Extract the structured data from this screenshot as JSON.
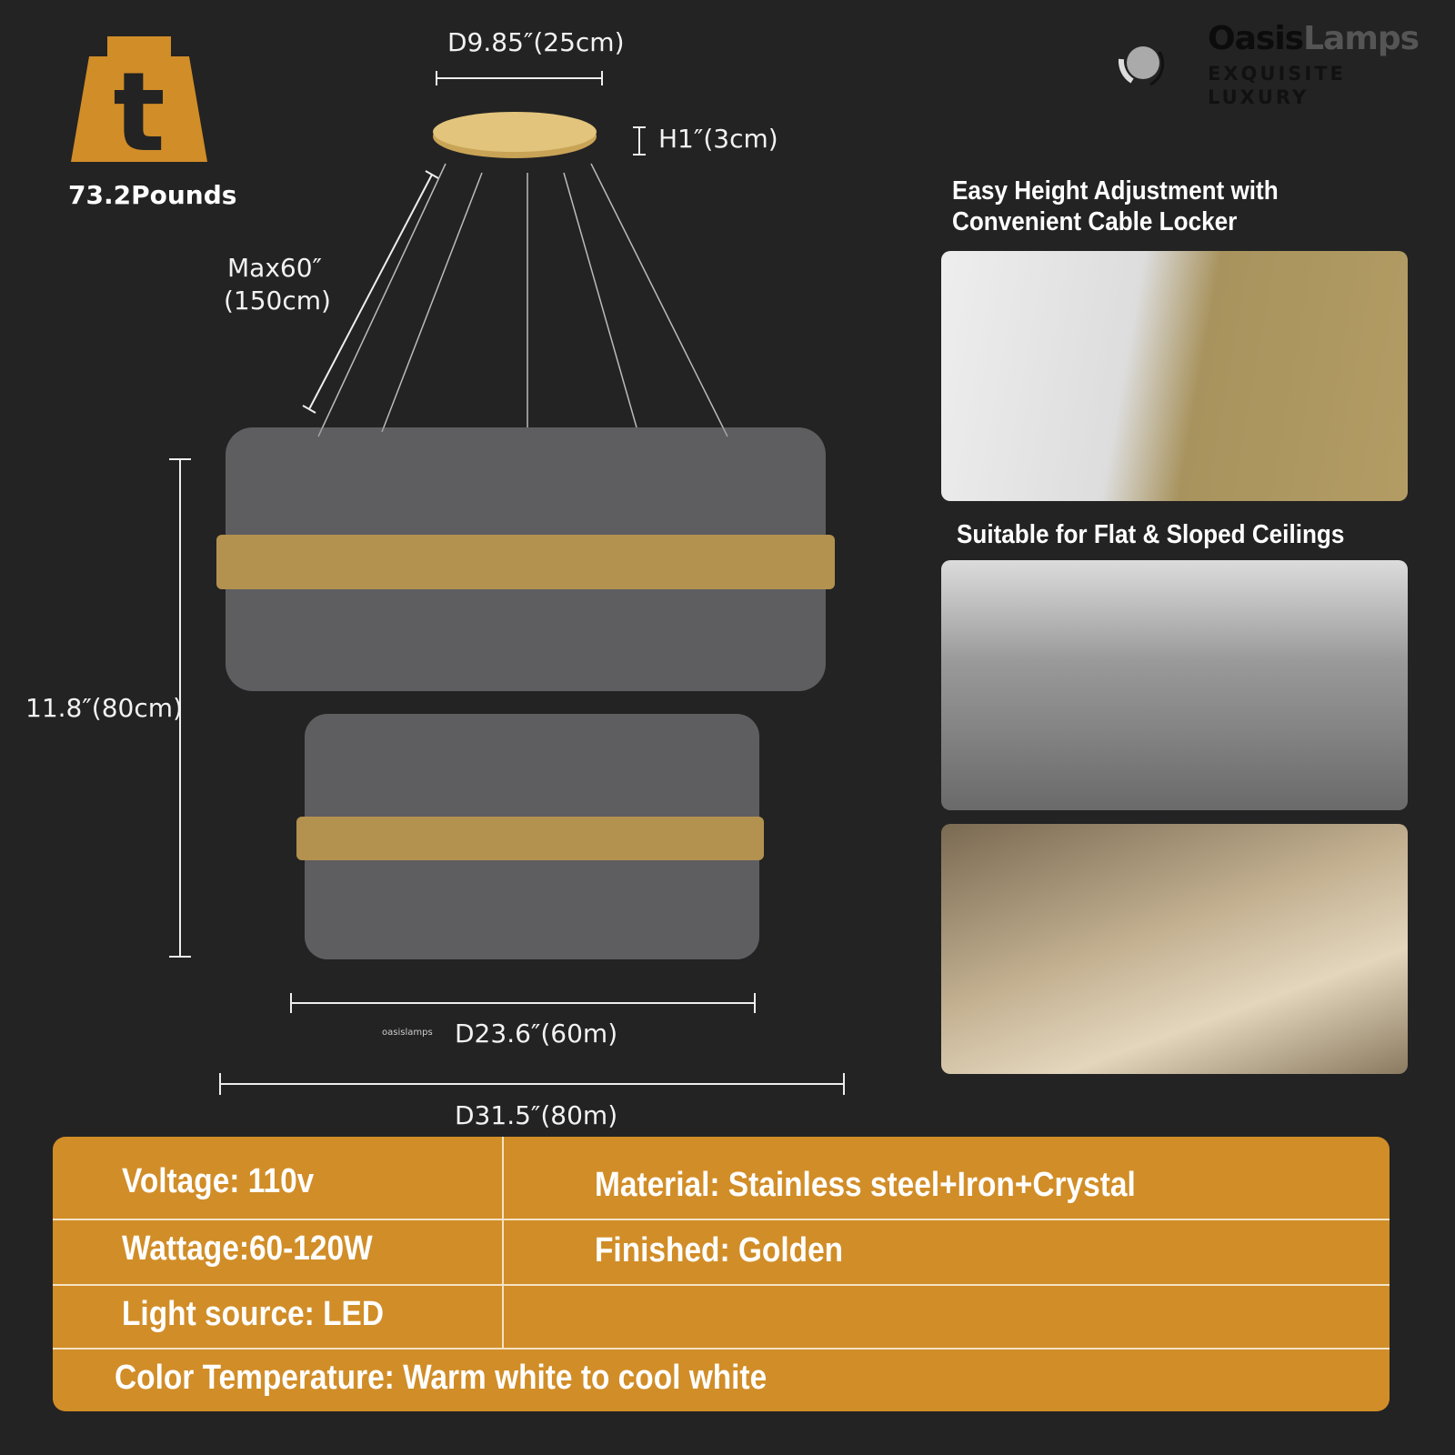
{
  "weight": {
    "icon": "weight-icon",
    "label": "73.2Pounds",
    "color": "#d18d27"
  },
  "brand": {
    "name_bold": "Oasis",
    "name_light": "Lamps",
    "tagline_1": "EXQUISITE",
    "tagline_2": "LUXURY"
  },
  "dimensions": {
    "canopy_diameter": "D9.85″(25cm)",
    "canopy_height": "H1″(3cm)",
    "cable": "Max60″",
    "cable_metric": "(150cm)",
    "height": "11.8″(80cm)",
    "lower_diameter": "D23.6″(60m)",
    "upper_diameter": "D31.5″(80m)",
    "watermark": "oasislamps"
  },
  "features": {
    "caption_1": "Easy Height Adjustment with",
    "caption_2": "Convenient Cable Locker",
    "caption_3": "Suitable for Flat & Sloped Ceilings"
  },
  "specs": {
    "voltage": "Voltage: 110v",
    "material": "Material: Stainless steel+Iron+Crystal",
    "wattage": "Wattage:60-120W",
    "finish": "Finished: Golden",
    "light_source": "Light source: LED",
    "color_temp": "Color Temperature: Warm white to cool white"
  },
  "colors": {
    "background": "#232323",
    "accent": "#d18d27"
  }
}
